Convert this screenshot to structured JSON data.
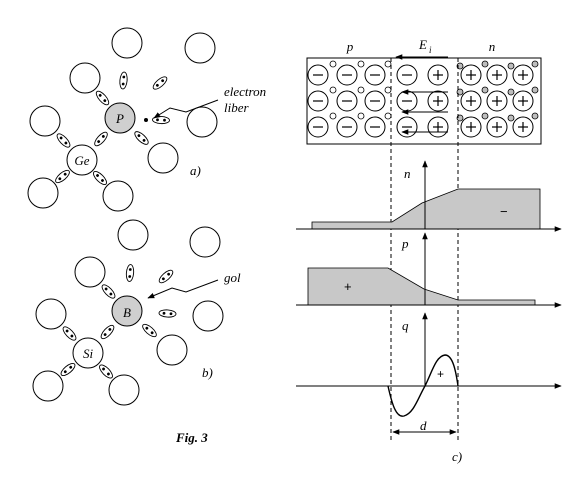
{
  "figure": {
    "caption": "Fig. 3",
    "panel_a": {
      "label": "a)",
      "dopant": "P",
      "host": "Ge",
      "annotation_line1": "electron",
      "annotation_line2": "liber"
    },
    "panel_b": {
      "label": "b)",
      "dopant": "B",
      "host": "Si",
      "annotation": "gol"
    },
    "panel_c": {
      "label": "c)",
      "region_p": "p",
      "region_n": "n",
      "field_symbol": "E",
      "field_subscript": "i",
      "plot_n_label": "n",
      "plot_p_label": "p",
      "plot_q_label": "q",
      "width_label": "d",
      "sign_minus": "−",
      "sign_plus": "+"
    }
  },
  "colors": {
    "dopant_fill": "#cfcfcf",
    "shade": "#c8c8c8",
    "ink": "#000000"
  }
}
